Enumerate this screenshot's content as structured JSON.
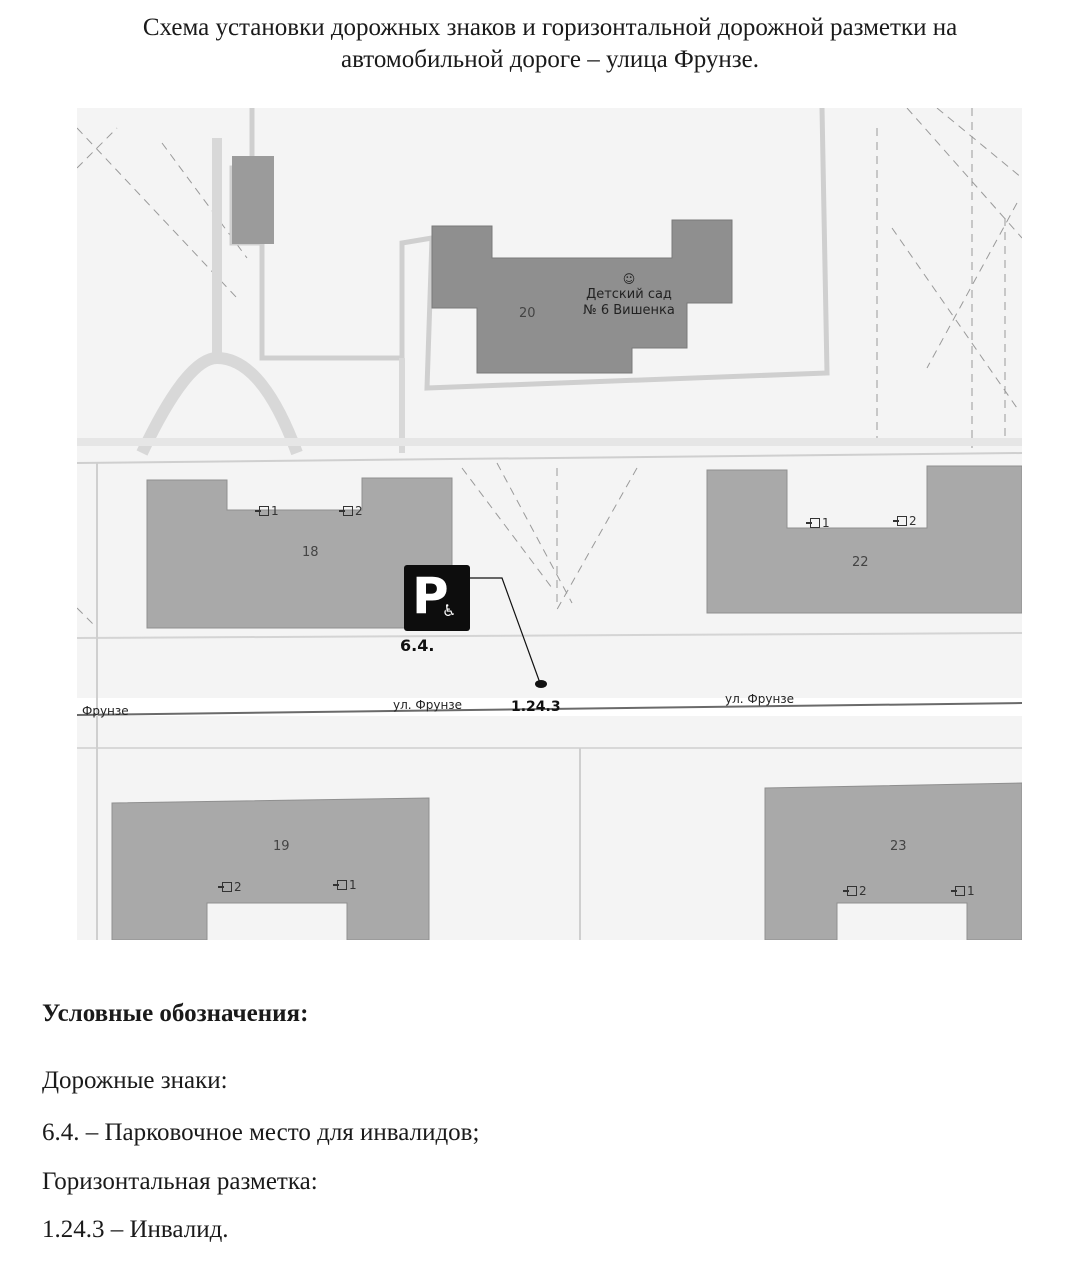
{
  "title": {
    "line1": "Схема установки дорожных знаков и горизонтальной дорожной разметки на",
    "line2": "автомобильной дороге – улица Фрунзе."
  },
  "map": {
    "kindergarten": {
      "number": "20",
      "name_line1": "Детский сад",
      "name_line2": "№ 6 Вишенка"
    },
    "buildings": [
      {
        "number": "18",
        "entrances": [
          "1",
          "2"
        ]
      },
      {
        "number": "22",
        "entrances": [
          "1",
          "2"
        ]
      },
      {
        "number": "19",
        "entrances": [
          "2",
          "1"
        ]
      },
      {
        "number": "23",
        "entrances": [
          "2",
          "1"
        ]
      }
    ],
    "street_labels": [
      "Фрунзе",
      "ул. Фрунзе",
      "ул. Фрунзе"
    ],
    "sign": {
      "letter": "P",
      "symbol": "♿",
      "caption": "6.4."
    },
    "marking": {
      "caption": "1.24.3"
    }
  },
  "legend": {
    "heading": "Условные обозначения:",
    "signs_heading": "Дорожные знаки:",
    "sign_item": "6.4. – Парковочное место для инвалидов;",
    "marking_heading": "Горизонтальная разметка:",
    "marking_item": "1.24.3 – Инвалид."
  },
  "colors": {
    "building": "#a9a9a9",
    "kindergarten": "#8f8f8f",
    "ground": "#f4f4f4"
  }
}
